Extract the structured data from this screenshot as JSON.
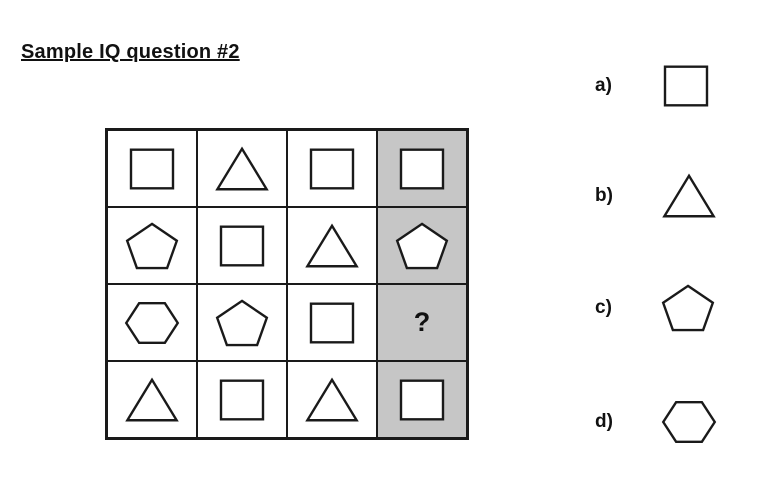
{
  "title": "Sample IQ question #2",
  "colors": {
    "background": "#ffffff",
    "line": "#1a1a1a",
    "shaded_cell": "#c6c6c6"
  },
  "grid": {
    "rows": [
      [
        "square",
        "triangle",
        "square",
        "square"
      ],
      [
        "pentagon",
        "square",
        "triangle",
        "pentagon"
      ],
      [
        "hexagon",
        "pentagon",
        "square",
        "question"
      ],
      [
        "triangle",
        "square",
        "triangle",
        "square"
      ]
    ],
    "shaded_column_index": 3,
    "question_mark": "?"
  },
  "options": [
    {
      "label": "a)",
      "shape": "square"
    },
    {
      "label": "b)",
      "shape": "triangle"
    },
    {
      "label": "c)",
      "shape": "pentagon"
    },
    {
      "label": "d)",
      "shape": "hexagon"
    }
  ]
}
